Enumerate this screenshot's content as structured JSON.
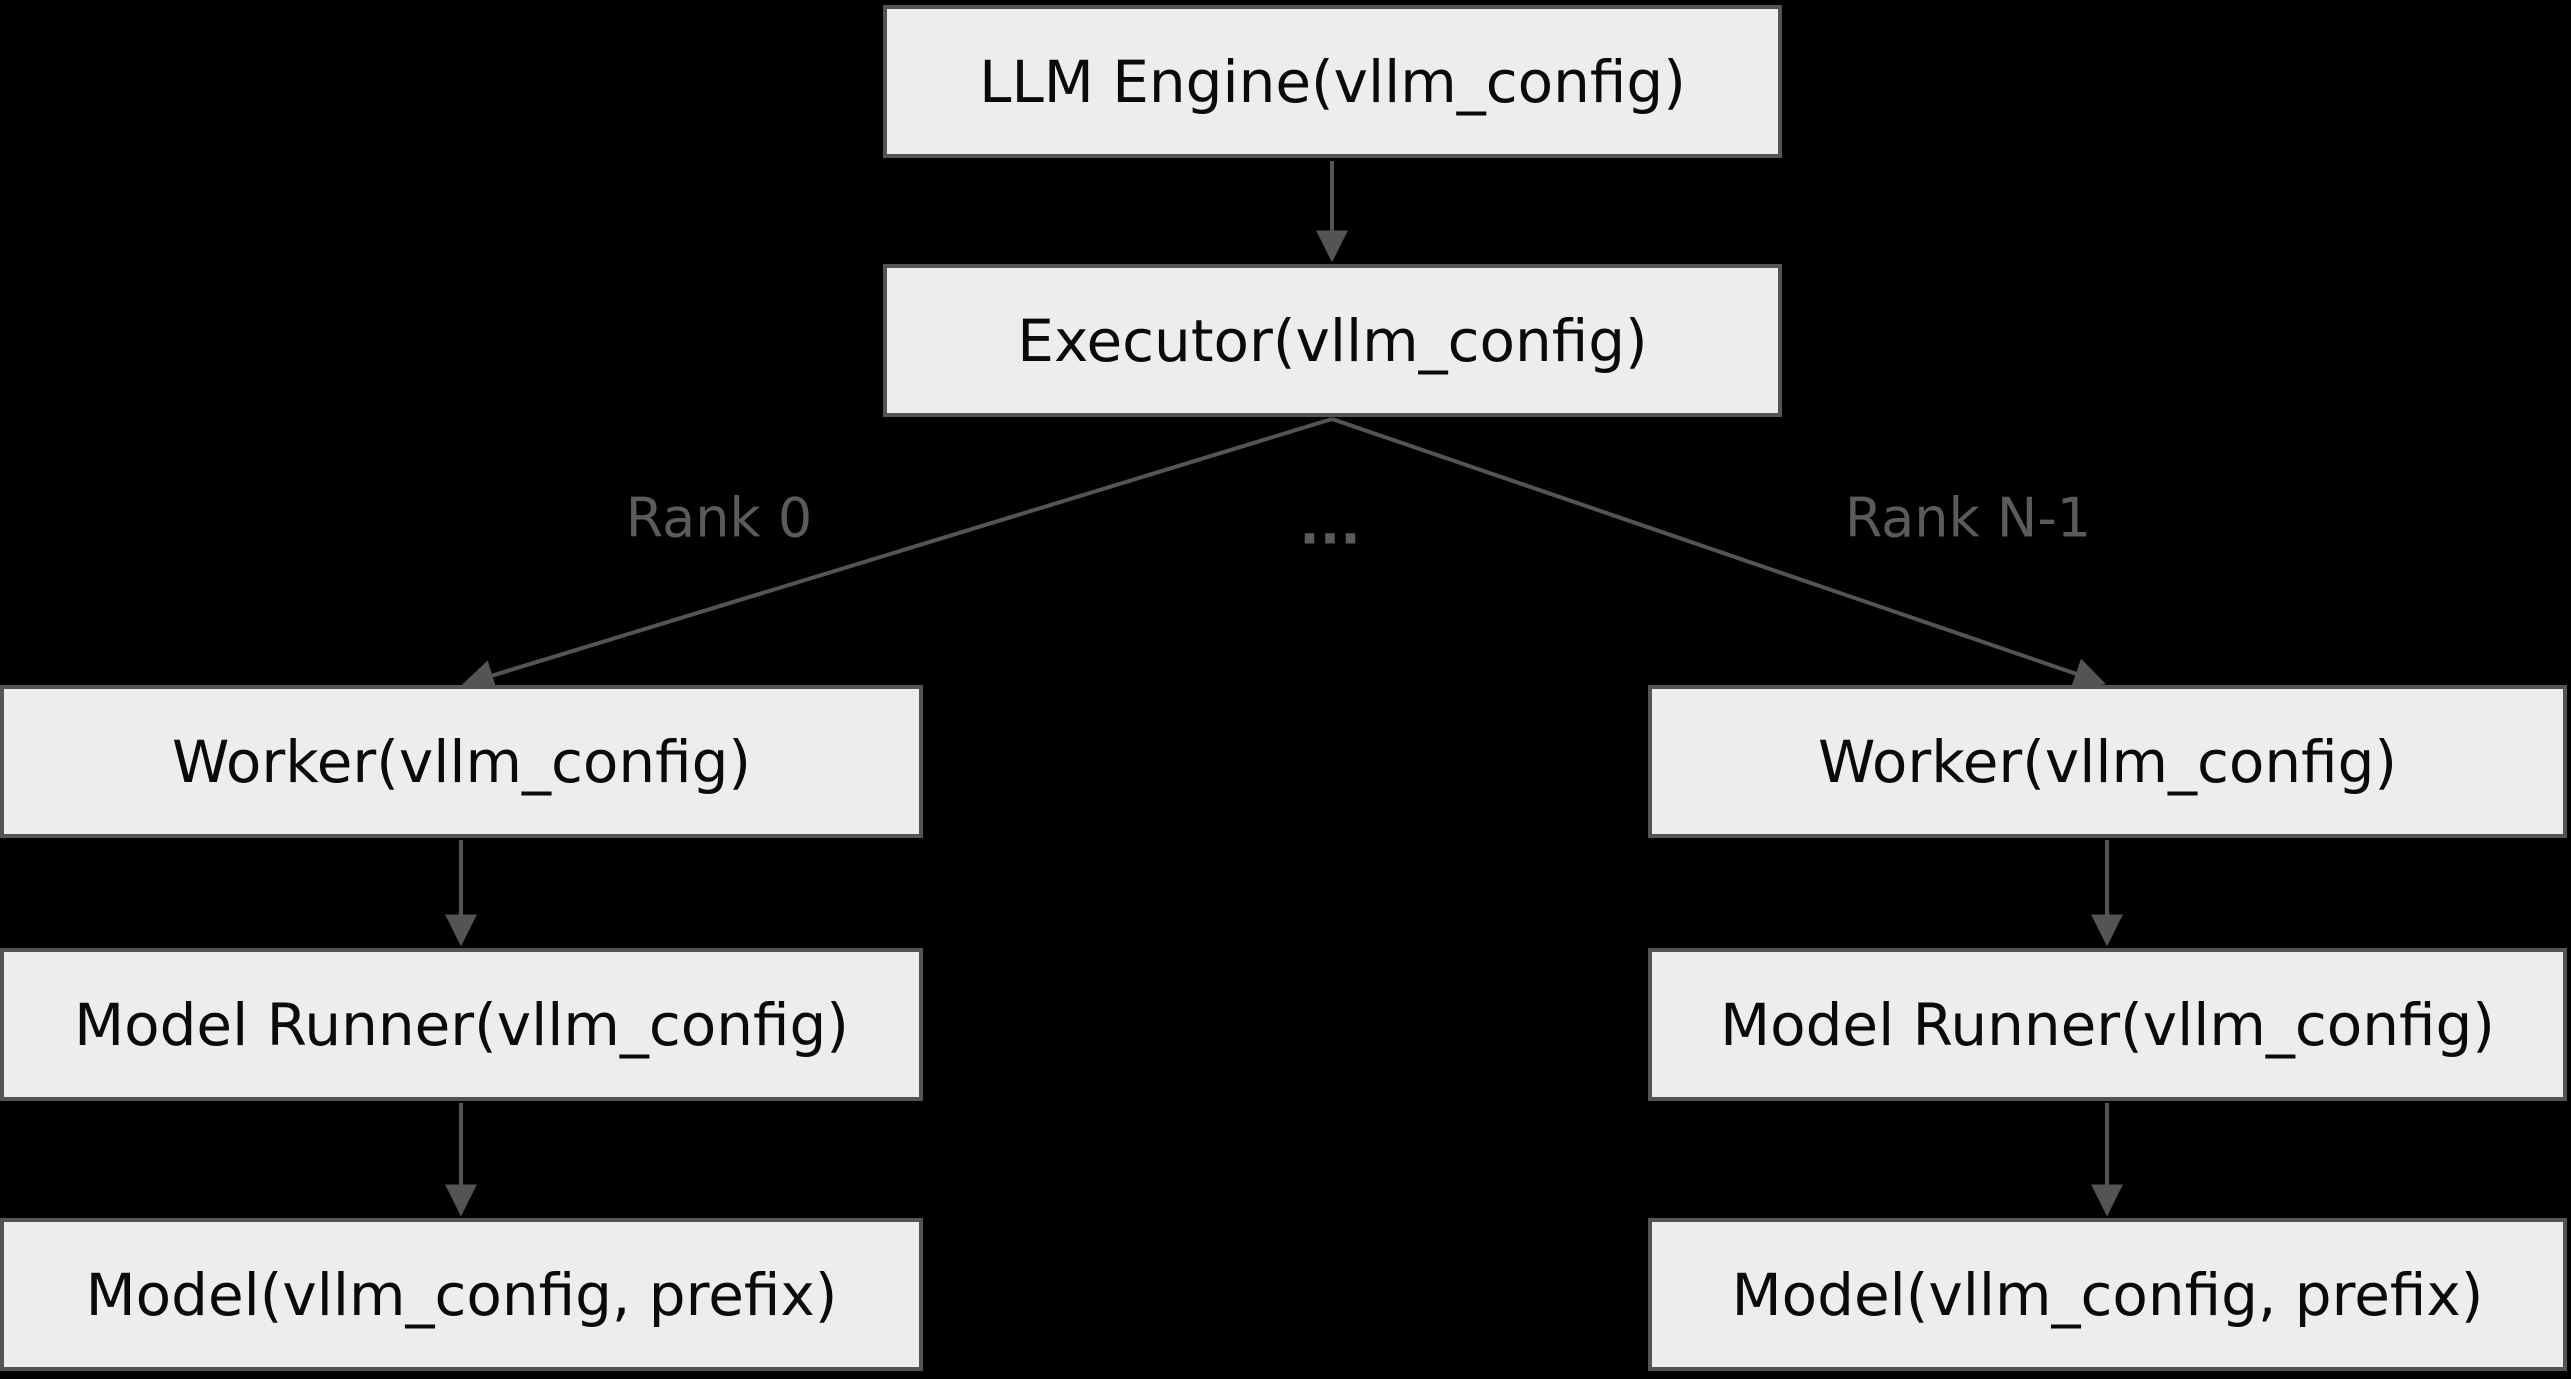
{
  "diagram_type": "flowchart",
  "colors": {
    "background": "#000000",
    "node_fill": "#ededed",
    "node_border": "#545454",
    "node_text": "#0a0a0a",
    "edge": "#545454",
    "edge_label": "#5b5b5b"
  },
  "nodes": [
    {
      "id": "llm_engine",
      "label": "LLM Engine(vllm_config)"
    },
    {
      "id": "executor",
      "label": "Executor(vllm_config)"
    },
    {
      "id": "worker_0",
      "label": "Worker(vllm_config)"
    },
    {
      "id": "model_runner_0",
      "label": "Model Runner(vllm_config)"
    },
    {
      "id": "model_0",
      "label": "Model(vllm_config, prefix)"
    },
    {
      "id": "worker_n",
      "label": "Worker(vllm_config)"
    },
    {
      "id": "model_runner_n",
      "label": "Model Runner(vllm_config)"
    },
    {
      "id": "model_n",
      "label": "Model(vllm_config, prefix)"
    }
  ],
  "edges": [
    {
      "from": "llm_engine",
      "to": "executor",
      "label": ""
    },
    {
      "from": "executor",
      "to": "worker_0",
      "label": "Rank 0"
    },
    {
      "from": "executor",
      "to": "worker_n",
      "label": "Rank N-1"
    },
    {
      "from": "worker_0",
      "to": "model_runner_0",
      "label": ""
    },
    {
      "from": "model_runner_0",
      "to": "model_0",
      "label": ""
    },
    {
      "from": "worker_n",
      "to": "model_runner_n",
      "label": ""
    },
    {
      "from": "model_runner_n",
      "to": "model_n",
      "label": ""
    }
  ],
  "edge_labels": {
    "rank0": "Rank 0",
    "ellipsis": "...",
    "rankN": "Rank N-1"
  }
}
